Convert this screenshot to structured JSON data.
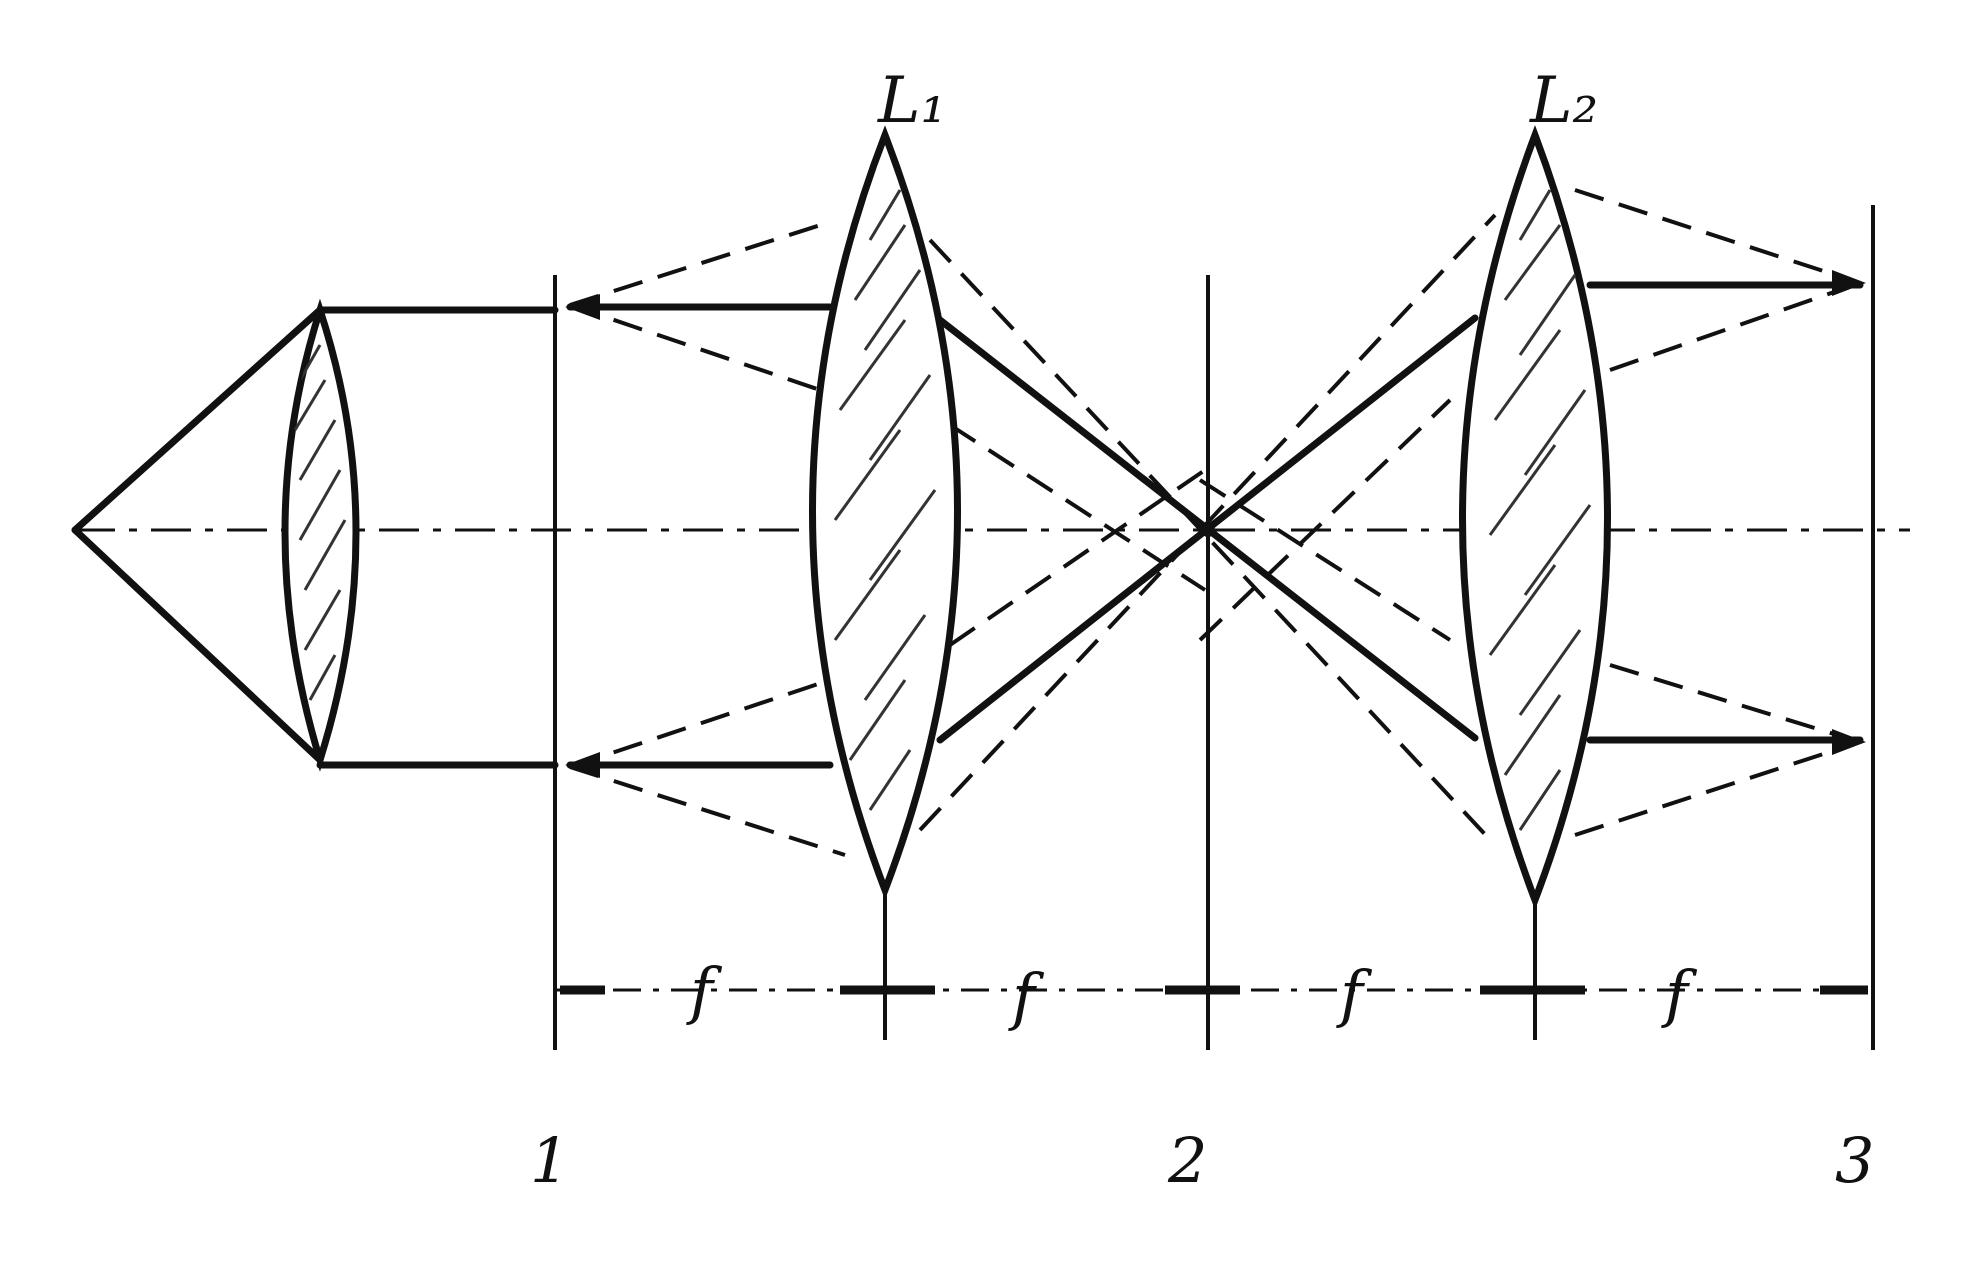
{
  "diagram": {
    "lens_labels": {
      "l1": "L₁",
      "l2": "L₂"
    },
    "focal_label": "f",
    "plane_labels": {
      "p1": "1",
      "p2": "2",
      "p3": "3"
    }
  }
}
